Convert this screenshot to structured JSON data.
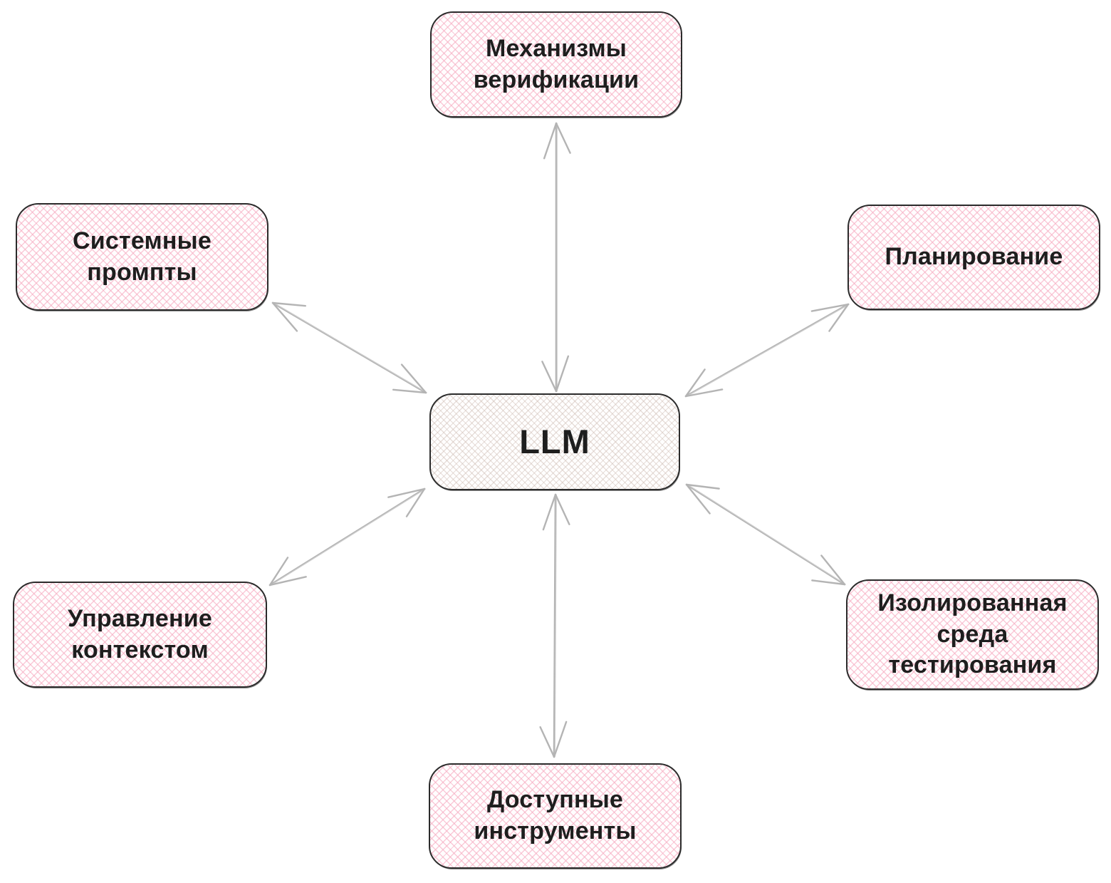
{
  "diagram": {
    "nodes": [
      {
        "id": "llm",
        "label": "LLM",
        "role": "center",
        "fill_style": "neutral-crosshatch"
      },
      {
        "id": "verification",
        "label": "Механизмы верификации",
        "role": "satellite-top",
        "fill_style": "pink-crosshatch"
      },
      {
        "id": "system-prompts",
        "label": "Системные промпты",
        "role": "satellite-top-left",
        "fill_style": "pink-crosshatch"
      },
      {
        "id": "planning",
        "label": "Планирование",
        "role": "satellite-top-right",
        "fill_style": "pink-crosshatch"
      },
      {
        "id": "context-management",
        "label": "Управление контекстом",
        "role": "satellite-bottom-left",
        "fill_style": "pink-crosshatch"
      },
      {
        "id": "isolated-testing",
        "label": "Изолированная среда тестирования",
        "role": "satellite-bottom-right",
        "fill_style": "pink-crosshatch"
      },
      {
        "id": "tools",
        "label": "Доступные инструменты",
        "role": "satellite-bottom",
        "fill_style": "pink-crosshatch"
      }
    ],
    "edges": [
      {
        "from": "llm",
        "to": "verification",
        "bidirectional": true
      },
      {
        "from": "llm",
        "to": "system-prompts",
        "bidirectional": true
      },
      {
        "from": "llm",
        "to": "planning",
        "bidirectional": true
      },
      {
        "from": "llm",
        "to": "context-management",
        "bidirectional": true
      },
      {
        "from": "llm",
        "to": "isolated-testing",
        "bidirectional": true
      },
      {
        "from": "llm",
        "to": "tools",
        "bidirectional": true
      }
    ],
    "colors": {
      "background": "#ffffff",
      "node_border": "#2b2b2b",
      "pink_hatch": "#f6abc0",
      "neutral_hatch": "#cdbcb2",
      "arrow": "#b4b4b4",
      "text": "#1e1e1e"
    }
  }
}
